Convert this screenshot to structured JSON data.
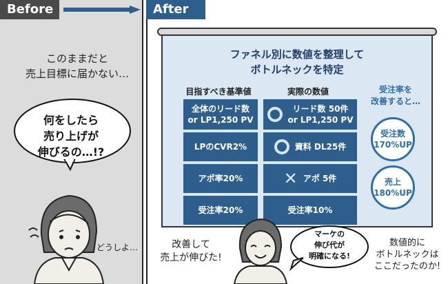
{
  "tabs": {
    "before": "Before",
    "after": "After"
  },
  "left": {
    "thought_lines": [
      "このままだと",
      "売上目標に届かない…"
    ],
    "speech_lines": [
      "何をしたら",
      "売り上げが",
      "伸びるの…!?"
    ],
    "mutter": "どうしよ…"
  },
  "screen": {
    "title_lines": [
      "ファネル別に数値を整理して",
      "ボトルネックを特定"
    ],
    "col_head_target": "目指すべき基準値",
    "col_head_actual": "実際の数値",
    "col_head_result_lines": [
      "受注率を",
      "改善すると…"
    ],
    "target_rows": [
      [
        "全体のリード数",
        "or LP1,250 PV"
      ],
      [
        "LPのCVR2%"
      ],
      [
        "アポ率20%"
      ],
      [
        "受注率20%"
      ]
    ],
    "actual_rows": [
      {
        "mark": "circle",
        "lines": [
          "リード数 50件",
          "or LP1,250 PV"
        ]
      },
      {
        "mark": "circle",
        "lines": [
          "資料 DL25件"
        ]
      },
      {
        "mark": "cross",
        "lines": [
          "アポ 5件"
        ]
      },
      {
        "mark": "none",
        "lines": [
          "受注率10%"
        ]
      }
    ],
    "results": [
      [
        "受注数",
        "170%UP"
      ],
      [
        "売上",
        "180%UP"
      ]
    ]
  },
  "right": {
    "improve_lines": [
      "改善して",
      "売上が伸びた!"
    ],
    "speech_lines": [
      "マーケの",
      "伸び代が",
      "明確になる!"
    ],
    "numerical_lines": [
      "数値的に",
      "ボトルネックは",
      "ここだったのか!"
    ]
  },
  "colors": {
    "navy": "#2e5e8c",
    "light_blue": "#dbe8f3",
    "accent": "#2e6ea5",
    "gray_panel": "#dcdcdc",
    "tab_gray": "#4a4a4a"
  }
}
